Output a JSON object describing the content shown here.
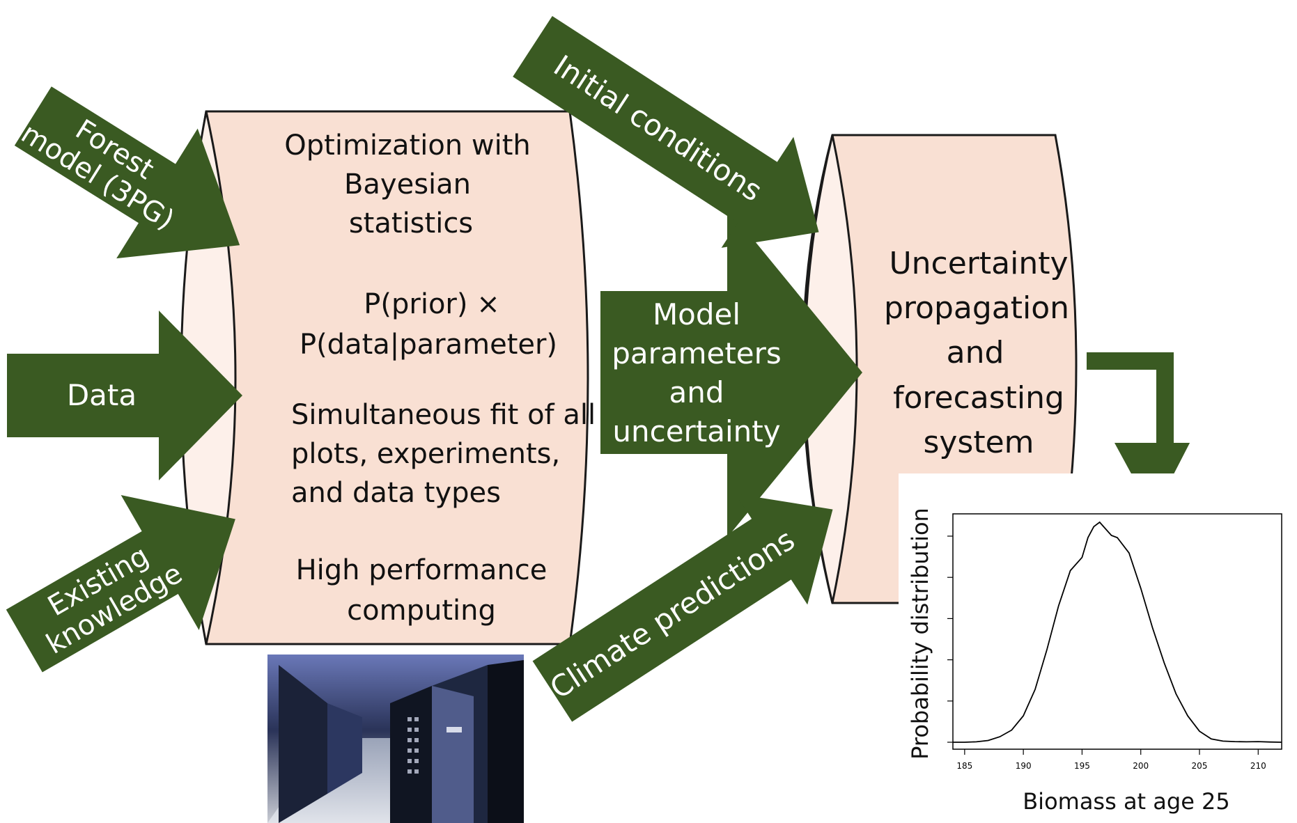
{
  "colors": {
    "arrow_green": "#3a5a22",
    "cylinder_fill": "#f9e0d3",
    "cylinder_face": "#fdf0ea",
    "outline": "#1a1a1a"
  },
  "inputs": {
    "forest_model": [
      "Forest",
      "model (3PG)"
    ],
    "data": "Data",
    "existing_knowledge": [
      "Existing",
      "knowledge"
    ]
  },
  "optimization": {
    "heading": [
      "Optimization with",
      "Bayesian",
      "statistics"
    ],
    "formula": [
      "P(prior) ×",
      "P(data|parameter)"
    ],
    "fit": [
      "Simultaneous fit of all",
      "plots, experiments,",
      "and data types"
    ],
    "hpc": [
      "High performance",
      "computing"
    ]
  },
  "middle_arrow": [
    "Model",
    "parameters",
    "and",
    "uncertainty"
  ],
  "initial_conditions": "Initial conditions",
  "climate_predictions": "Climate predictions",
  "uncertainty": [
    "Uncertainty",
    "propagation",
    "and",
    "forecasting",
    "system"
  ],
  "photo": {
    "icon": "supercomputer-photo"
  },
  "chart_data": {
    "type": "line",
    "title": "",
    "xlabel": "Biomass at age 25",
    "ylabel": "Probability distribution",
    "xlim": [
      184,
      212
    ],
    "x_ticks": [
      185,
      190,
      195,
      200,
      205,
      210
    ],
    "y_ticks_count": 6,
    "grid": false,
    "series": [
      {
        "x": [
          184,
          185,
          186,
          187,
          188,
          189,
          190,
          191,
          192,
          193,
          194,
          195,
          195.5,
          196,
          196.5,
          197,
          197.5,
          198,
          199,
          200,
          201,
          202,
          203,
          204,
          205,
          206,
          207,
          208,
          209,
          210,
          211,
          212
        ],
        "y": [
          0.0,
          0.0,
          0.002,
          0.008,
          0.025,
          0.055,
          0.12,
          0.24,
          0.42,
          0.62,
          0.78,
          0.84,
          0.93,
          0.98,
          1.0,
          0.97,
          0.94,
          0.93,
          0.86,
          0.7,
          0.52,
          0.36,
          0.22,
          0.12,
          0.05,
          0.015,
          0.005,
          0.003,
          0.002,
          0.003,
          0.001,
          0.0
        ]
      }
    ]
  }
}
